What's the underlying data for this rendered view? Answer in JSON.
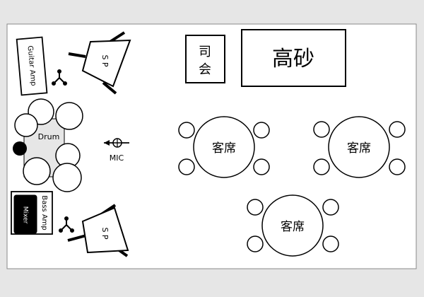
{
  "colors": {
    "page_background": "#e6e6e6",
    "floor": "#ffffff",
    "stroke": "#000000",
    "drum_fill": "#e6e6e6"
  },
  "equipment": {
    "guitar_amp": "Guitar Amp",
    "speaker_label": "S P",
    "drum": "Drum",
    "mic": "MIC",
    "bass_amp": "Bass Amp",
    "mixer": "Mixer"
  },
  "signs": {
    "mc_line1": "司",
    "mc_line2": "会",
    "head_table": "高砂"
  },
  "guest_tables": {
    "label": "客席",
    "items": [
      {
        "label": "客席"
      },
      {
        "label": "客席"
      },
      {
        "label": "客席"
      }
    ]
  }
}
